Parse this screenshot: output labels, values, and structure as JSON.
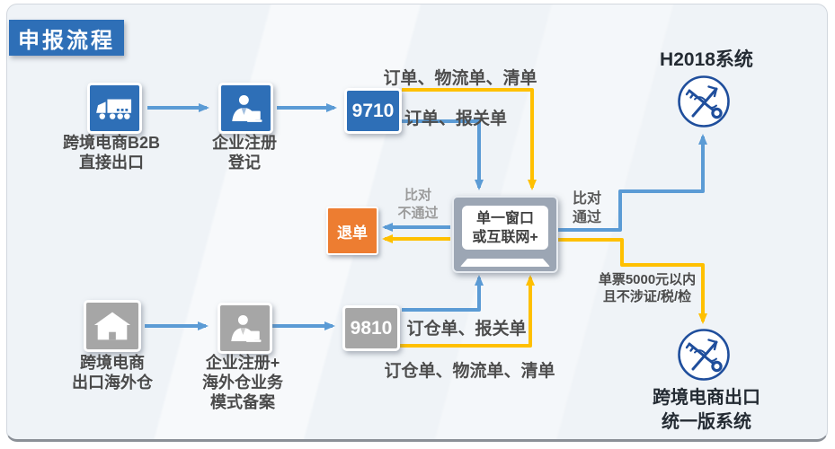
{
  "colors": {
    "panel_bg": "#eff3f7",
    "primary_blue": "#2e6fb7",
    "arrow_blue": "#5b9bd5",
    "arrow_yellow": "#ffc000",
    "reject_orange": "#ed7d31",
    "node_gray": "#a6a6a6",
    "laptop_gray": "#9ca6b4",
    "emblem_navy": "#1f4e9c",
    "text_dark": "#4a4a4a",
    "text_muted": "#9b9b9b",
    "heading_dark": "#242b33"
  },
  "title": "申报流程",
  "top_flow": {
    "b2b_node": {
      "lines": [
        "跨境电商B2B",
        "直接出口"
      ]
    },
    "register_node": {
      "lines": [
        "企业注册",
        "登记"
      ]
    },
    "code": "9710",
    "docs_upper": "订单、物流单、清单",
    "docs_lower": "订单、报关单"
  },
  "bottom_flow": {
    "overseas_node": {
      "lines": [
        "跨境电商",
        "出口海外仓"
      ]
    },
    "register_node": {
      "lines": [
        "企业注册+",
        "海外仓业务",
        "模式备案"
      ]
    },
    "code": "9810",
    "docs_upper": "订仓单、报关单",
    "docs_lower": "订仓单、物流单、清单"
  },
  "center": {
    "window_node": {
      "lines": [
        "单一窗口",
        "或互联网+"
      ]
    },
    "reject_label": "退单",
    "compare_fail": {
      "lines": [
        "比对",
        "不通过"
      ]
    },
    "compare_pass": {
      "lines": [
        "比对",
        "通过"
      ]
    }
  },
  "right": {
    "h2018_label": "H2018系统",
    "condition": {
      "lines": [
        "单票5000元以内",
        "且不涉证/税/检"
      ]
    },
    "unified_label": {
      "lines": [
        "跨境电商出口",
        "统一版系统"
      ]
    }
  }
}
